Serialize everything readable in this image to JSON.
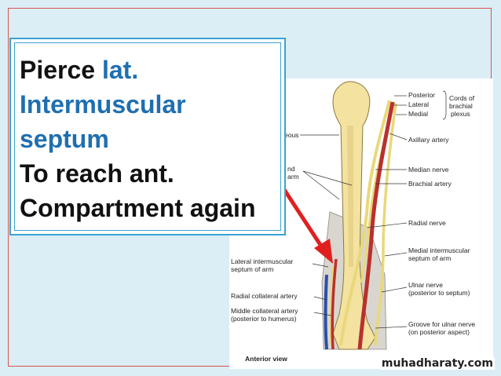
{
  "callout": {
    "line1_a": "Pierce ",
    "line1_b": "lat.",
    "line2": "Intermuscular",
    "line3": "septum",
    "line4": "To reach ant.",
    "line5": "Compartment again"
  },
  "figure": {
    "labels": {
      "posterior": "Posterior",
      "lateral": "Lateral",
      "medial": "Medial",
      "cords_1": "Cords of",
      "cords_2": "brachial",
      "cords_3": "plexus",
      "axillary_artery": "Axillary artery",
      "median_nerve": "Median nerve",
      "brachial_artery": "Brachial artery",
      "radial_nerve": "Radial nerve",
      "medial_septum_1": "Medial intermuscular",
      "medial_septum_2": "septum of arm",
      "ulnar_nerve_1": "Ulnar nerve",
      "ulnar_nerve_2": "(posterior to septum)",
      "groove_1": "Groove for ulnar nerve",
      "groove_2": "(on posterior aspect)",
      "lateral_septum_1": "Lateral intermuscular",
      "lateral_septum_2": "septum of arm",
      "radial_collateral": "Radial collateral artery",
      "middle_collateral_1": "Middle collateral artery",
      "middle_collateral_2": "(posterior to humerus)",
      "partial_left_1": "eous",
      "partial_left_2": "nd",
      "partial_left_3": "arm",
      "view": "Anterior view"
    }
  },
  "watermark": "muhadharaty.com",
  "colors": {
    "blue_text": "#1f6fb0",
    "border": "#3ba3d1",
    "frame": "#d9534f",
    "arrow": "#e02020",
    "bone": "#f3e2a0",
    "artery": "#b8312f",
    "nerve": "#e9d87a",
    "vein": "#2c4fa8"
  }
}
